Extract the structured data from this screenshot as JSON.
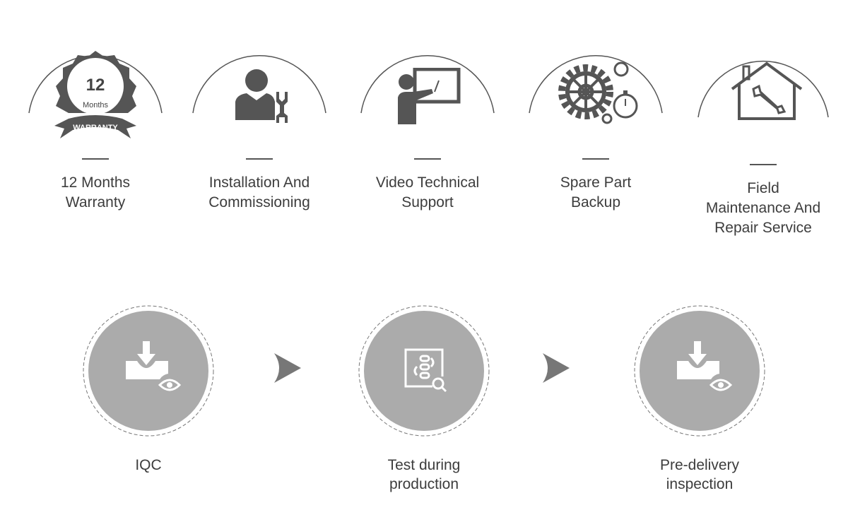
{
  "services": [
    {
      "label_lines": [
        "12 Months",
        "Warranty"
      ],
      "icon": "warranty-badge-icon",
      "badge_number": "12",
      "badge_unit": "Months",
      "badge_ribbon": "WARRANTY"
    },
    {
      "label_lines": [
        "Installation And",
        "Commissioning"
      ],
      "icon": "technician-wrench-icon"
    },
    {
      "label_lines": [
        "Video Technical",
        "Support"
      ],
      "icon": "presenter-board-icon"
    },
    {
      "label_lines": [
        "Spare Part",
        "Backup"
      ],
      "icon": "gears-icon"
    },
    {
      "label_lines": [
        "Field",
        "Maintenance And",
        "Repair Service"
      ],
      "icon": "house-wrench-icon"
    }
  ],
  "process": [
    {
      "label_lines": [
        "IQC"
      ],
      "icon": "inbox-inspect-icon"
    },
    {
      "label_lines": [
        "Test during",
        "production"
      ],
      "icon": "checklist-search-icon"
    },
    {
      "label_lines": [
        "Pre-delivery",
        "inspection"
      ],
      "icon": "inbox-inspect-icon"
    }
  ],
  "colors": {
    "text": "#3d3d3d",
    "icon": "#555555",
    "circle": "#ababab"
  }
}
